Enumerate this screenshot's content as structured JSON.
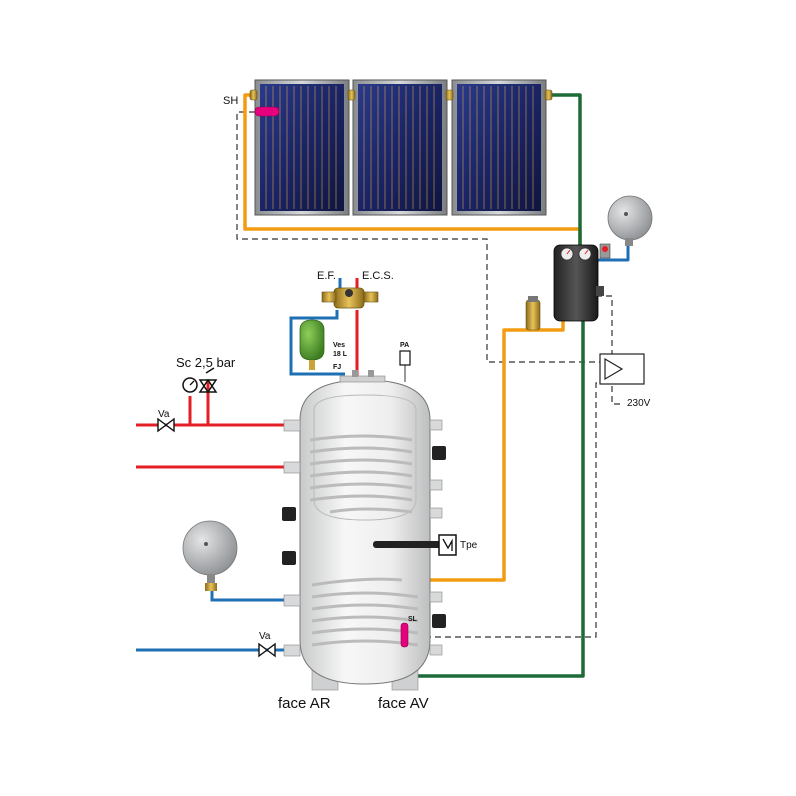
{
  "labels": {
    "sh": "SH",
    "ef": "E.F.",
    "ecs": "E.C.S.",
    "ves": "Ves",
    "ves_volume": "18 L",
    "fj": "FJ",
    "pa": "PA",
    "safety": "Sc 2,5 bar",
    "va_top": "Va",
    "va_bottom": "Va",
    "tpe": "Tpe",
    "sl": "SL",
    "voltage": "230V",
    "face_ar": "face AR",
    "face_av": "face AV"
  },
  "colors": {
    "solar_flow": "#f39c12",
    "solar_return": "#1e6b3a",
    "hot_water": "#e31e24",
    "cold_water": "#1f6fb5",
    "sensor": "#e6007e",
    "panel": "#1a2466",
    "tank": "#f2f2f2",
    "vessel_grey": "#b0b3b6",
    "vessel_green": "#4e9a2f",
    "brass": "#c9a23a"
  }
}
